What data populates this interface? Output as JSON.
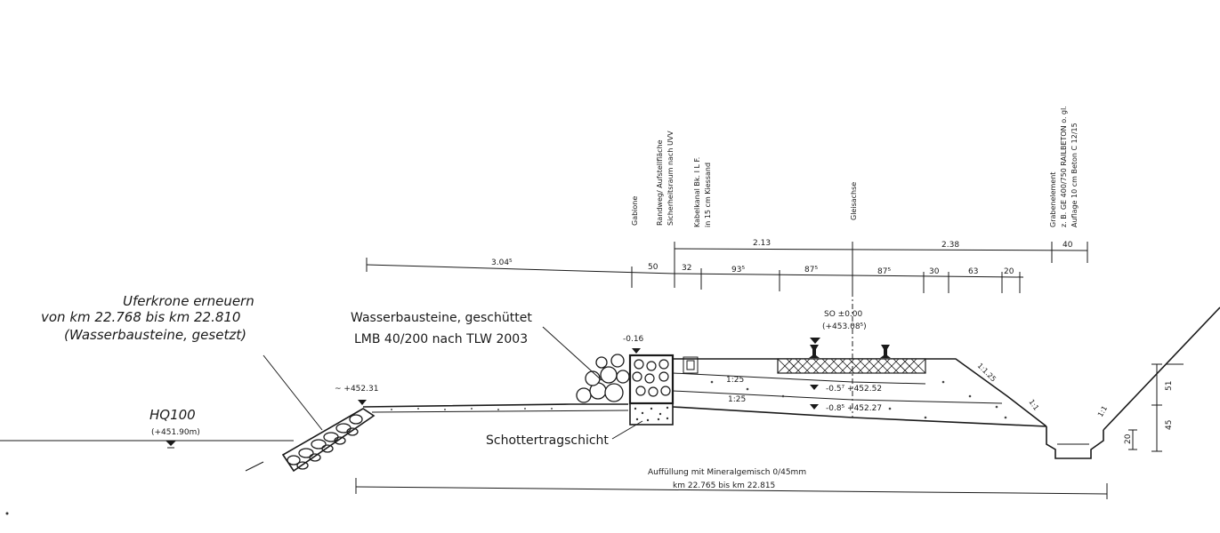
{
  "bank": {
    "renew_line1": "Uferkrone erneuern",
    "renew_line2": "von km 22.768 bis km 22.810",
    "renew_line3": "(Wasserbausteine, gesetzt)",
    "crest_level": "~ +452.31"
  },
  "water": {
    "label": "HQ100",
    "level": "(+451.90m)"
  },
  "armour": {
    "line1": "Wasserbausteine, geschüttet",
    "line2": "LMB 40/200 nach TLW 2003"
  },
  "base_layer": "Schottertragschicht",
  "fill": {
    "line1": "Auffüllung mit Mineralgemisch 0/45mm",
    "line2": "km 22.765 bis km 22.815"
  },
  "levels": {
    "gabion_top": "-0.16",
    "axis_top": "SO ±0.00",
    "axis_abs": "(+453.08⁵)",
    "layer1": "-0.5⁷ +452.52",
    "layer2": "-0.8⁵ +452.27"
  },
  "vertical_labels": {
    "gabione": "Gabione",
    "randweg_1": "Randweg/ Aufstellfläche",
    "randweg_2": "Sicherheitsraum nach UVV",
    "kabel_1": "Kabelkanal Bk. I L F.",
    "kabel_2": "in 15 cm Kiessand",
    "gleisachse": "Gleisachse",
    "graben_1": "Grabenelement",
    "graben_2": "z. B. GE 400/750 RAILBETON o. gl.",
    "graben_3": "Auflage 10 cm Beton C 12/15"
  },
  "dimensions": {
    "top": [
      "2.13",
      "2.38",
      "40"
    ],
    "mid": [
      "3.04⁵",
      "50",
      "32",
      "93⁵",
      "87⁵",
      "87⁵",
      "30",
      "63",
      "20"
    ],
    "right": [
      "51",
      "45",
      "20"
    ]
  },
  "slopes": [
    "1:25",
    "1:25",
    "1:1.25",
    "1:1",
    "1:1"
  ]
}
